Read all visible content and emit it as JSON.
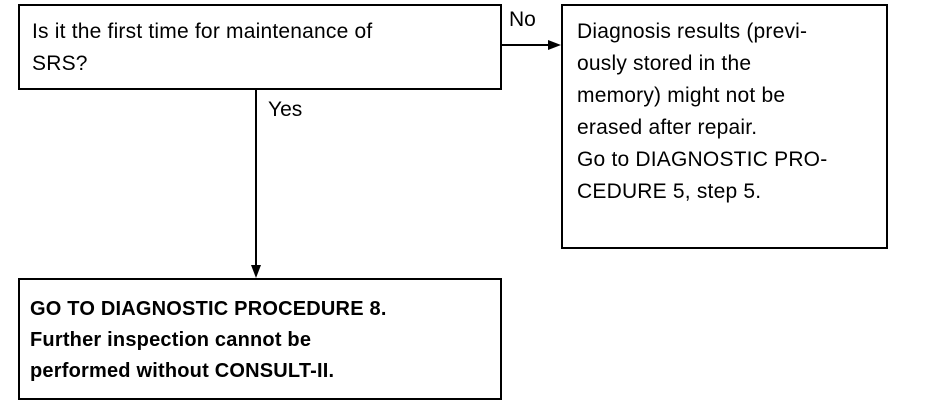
{
  "question": {
    "lines": [
      "Is it the first time for maintenance of",
      "SRS?"
    ]
  },
  "branches": {
    "no_label": "No",
    "yes_label": "Yes"
  },
  "no_result": {
    "lines": [
      "Diagnosis results (previ-",
      "ously stored in the",
      "memory) might not be",
      "erased after repair.",
      "Go to DIAGNOSTIC PRO-",
      "CEDURE 5, step 5."
    ]
  },
  "yes_result": {
    "lines": [
      "GO TO DIAGNOSTIC PROCEDURE 8.",
      "Further inspection cannot be",
      "performed without CONSULT-II."
    ]
  }
}
